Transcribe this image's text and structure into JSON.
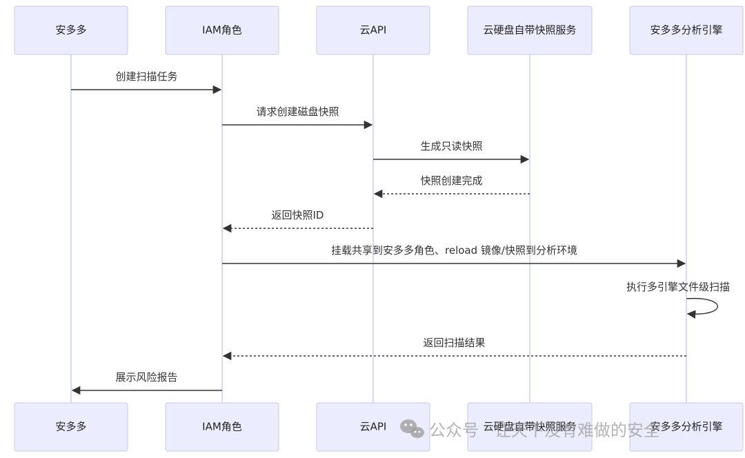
{
  "participants": [
    {
      "id": "anduoduo",
      "label": "安多多"
    },
    {
      "id": "iam",
      "label": "IAM角色"
    },
    {
      "id": "cloudapi",
      "label": "云API"
    },
    {
      "id": "snapshot",
      "label": "云硬盘自带快照服务"
    },
    {
      "id": "engine",
      "label": "安多多分析引擎"
    }
  ],
  "messages": [
    {
      "from": 0,
      "to": 1,
      "label": "创建扫描任务",
      "style": "solid"
    },
    {
      "from": 1,
      "to": 2,
      "label": "请求创建磁盘快照",
      "style": "solid"
    },
    {
      "from": 2,
      "to": 3,
      "label": "生成只读快照",
      "style": "solid"
    },
    {
      "from": 3,
      "to": 2,
      "label": "快照创建完成",
      "style": "dashed"
    },
    {
      "from": 2,
      "to": 1,
      "label": "返回快照ID",
      "style": "dashed"
    },
    {
      "from": 1,
      "to": 4,
      "label": "挂载共享到安多多角色、reload 镜像/快照到分析环境",
      "style": "solid"
    },
    {
      "from": 4,
      "to": 4,
      "label": "执行多引擎文件级扫描",
      "style": "self"
    },
    {
      "from": 4,
      "to": 1,
      "label": "返回扫描结果",
      "style": "dashed"
    },
    {
      "from": 1,
      "to": 0,
      "label": "展示风险报告",
      "style": "solid"
    }
  ],
  "watermark": {
    "text": "公众号 · 让天下没有难做的安全",
    "icon": "wechat-icon"
  },
  "colors": {
    "actor_fill": "#ececff",
    "actor_stroke": "#c9c9ef",
    "lifeline": "#cfcff5",
    "line": "#333333"
  }
}
